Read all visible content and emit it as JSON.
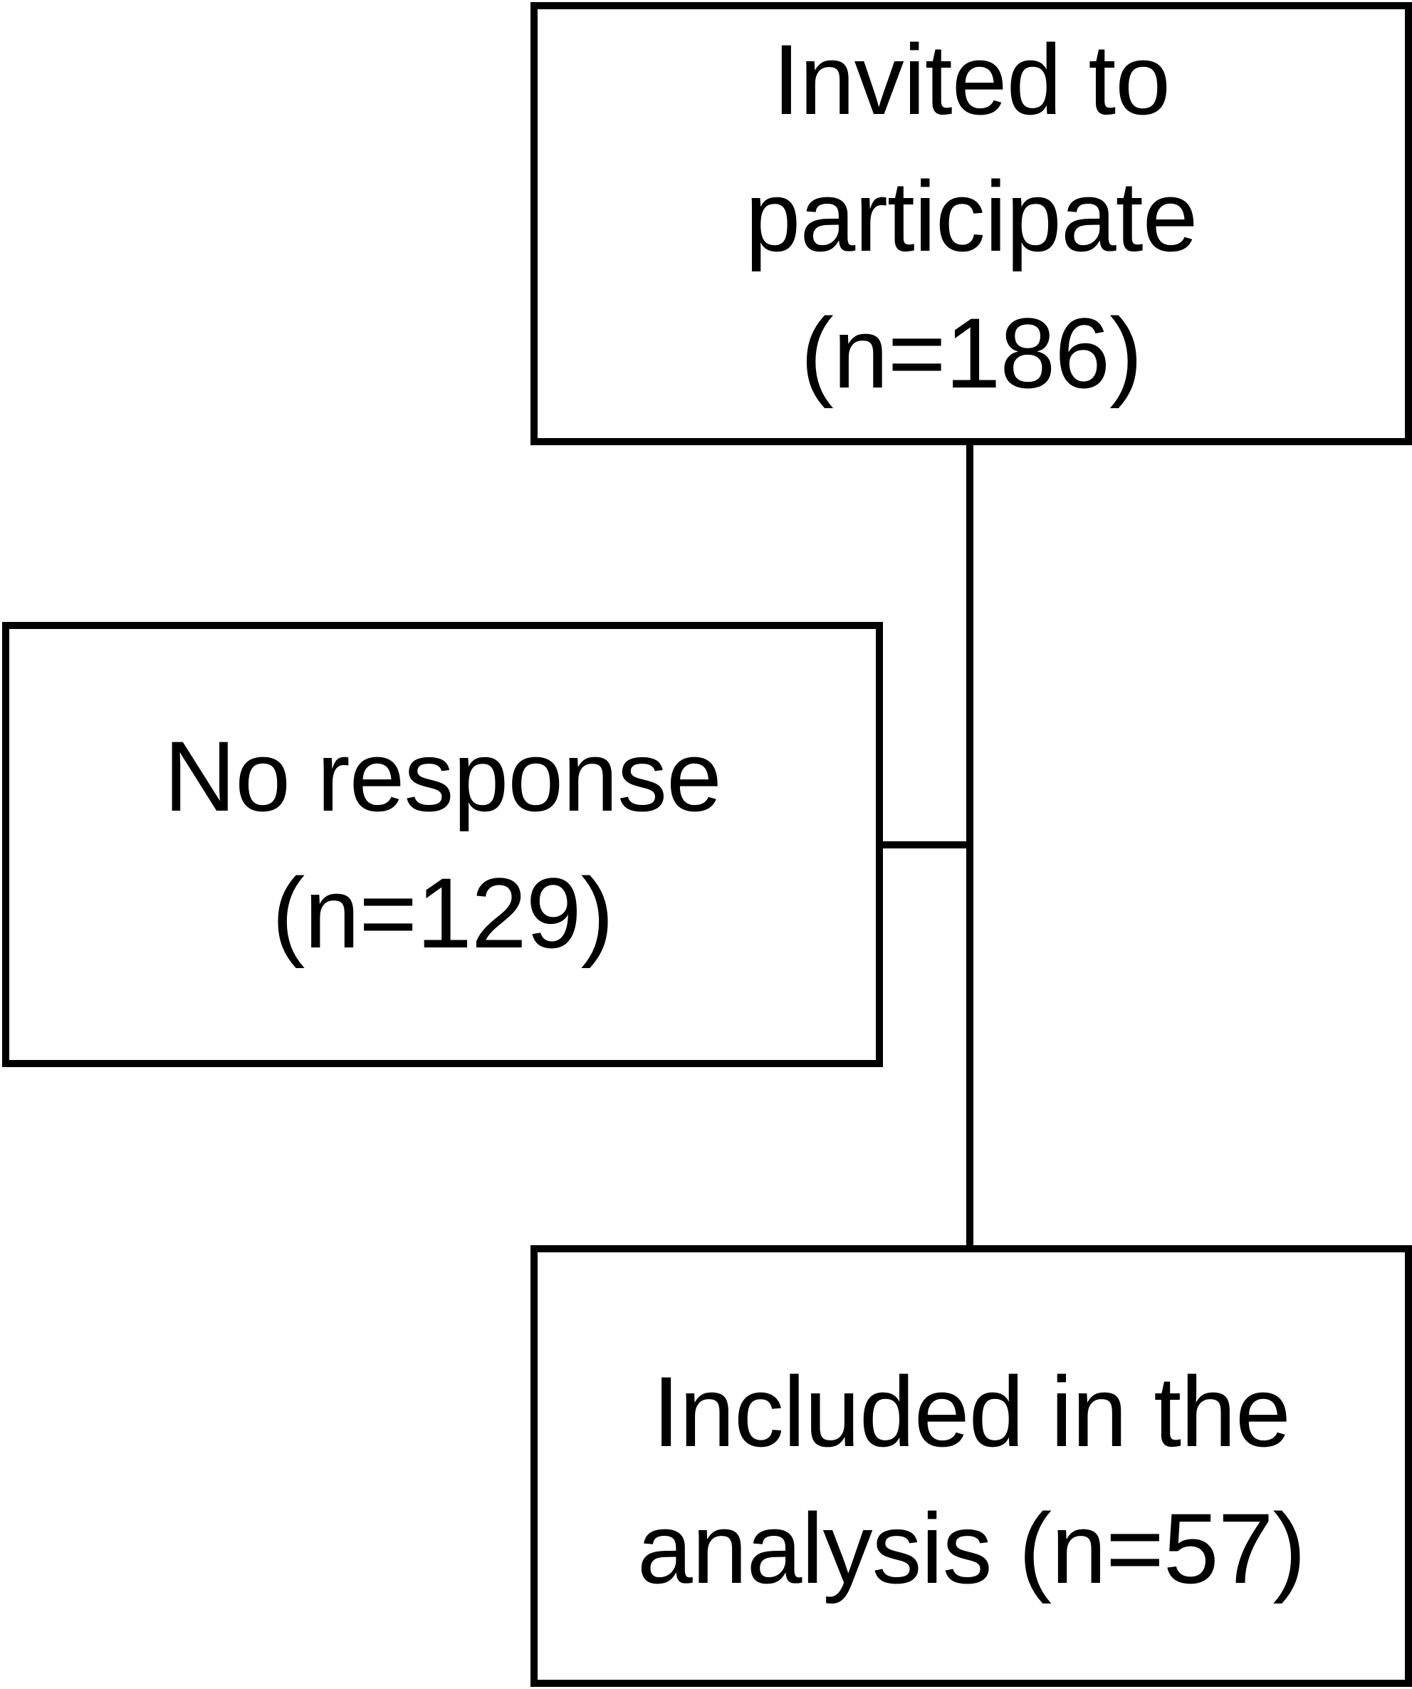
{
  "flowchart": {
    "invited": {
      "line1": "Invited to",
      "line2": "participate",
      "line3": "(n=186)"
    },
    "no_response": {
      "line1": "No response",
      "line2": "(n=129)"
    },
    "included": {
      "line1": "Included in the",
      "line2": "analysis (n=57)"
    }
  },
  "colors": {
    "border": "#000000",
    "background": "#ffffff",
    "text": "#000000"
  }
}
